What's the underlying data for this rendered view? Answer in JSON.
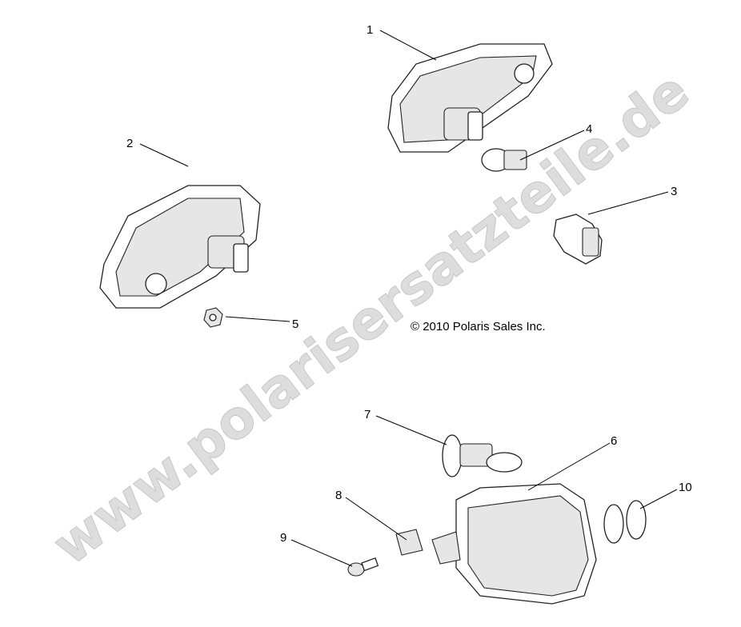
{
  "diagram": {
    "callouts": [
      {
        "label": "1",
        "part": "taillight-right"
      },
      {
        "label": "2",
        "part": "taillight-left"
      },
      {
        "label": "3",
        "part": "bulb-socket"
      },
      {
        "label": "4",
        "part": "taillight-bulb"
      },
      {
        "label": "5",
        "part": "nut"
      },
      {
        "label": "6",
        "part": "headlight-housing"
      },
      {
        "label": "7",
        "part": "headlight-bulb"
      },
      {
        "label": "8",
        "part": "clip-nut"
      },
      {
        "label": "9",
        "part": "screw"
      },
      {
        "label": "10",
        "part": "o-ring"
      }
    ],
    "copyright": "© 2010 Polaris Sales Inc.",
    "watermark": "www.polarisersatzteile.de"
  }
}
